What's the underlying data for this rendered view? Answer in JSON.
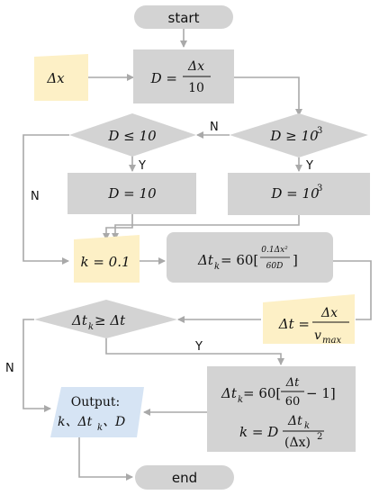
{
  "colors": {
    "process": "#d3d3d3",
    "io_input": "#fdf0c6",
    "io_output": "#d6e4f4",
    "line": "#a9a9a9"
  },
  "nodes": {
    "start": "start",
    "input_var": "Δx",
    "compute_D": {
      "lhs": "D =",
      "num": "Δx",
      "den": "10"
    },
    "cond_D_le_10": "D ≤ 10",
    "cond_D_ge_1000": {
      "text": "D ≥ 10",
      "exp": "3"
    },
    "set_D_10": "D = 10",
    "set_D_1000": {
      "text": "D = 10",
      "exp": "3"
    },
    "set_k": "k = 0.1",
    "compute_dtk": {
      "lhs": "Δt",
      "sub": "k",
      "mid": " = 60[",
      "num": "0.1Δx²",
      "den": "60D",
      "close": "]"
    },
    "compute_dt": {
      "lhs": "Δt =",
      "num": "Δx",
      "den_base": "v",
      "den_sub": "max"
    },
    "cond_dtk_ge_dt": {
      "a": "Δt",
      "sub": "k",
      "b": " ≥ Δt"
    },
    "recompute": {
      "line1": {
        "lhs": "Δt",
        "sub": "k",
        "mid": " = 60[",
        "num": "Δt",
        "den": "60",
        "tail": " − 1]"
      },
      "line2": {
        "lhs": "k = D",
        "num_base": "Δt",
        "num_sub": "k",
        "den": "(Δx)",
        "den_exp": "2"
      }
    },
    "output": {
      "title": "Output:",
      "line": {
        "a": "k、Δt",
        "sub": "k",
        "b": "、D"
      }
    },
    "end": "end"
  },
  "edge_labels": {
    "no_1": "N",
    "yes_1": "Y",
    "no_2": "N",
    "no_3": "N",
    "yes_2": "Y"
  }
}
